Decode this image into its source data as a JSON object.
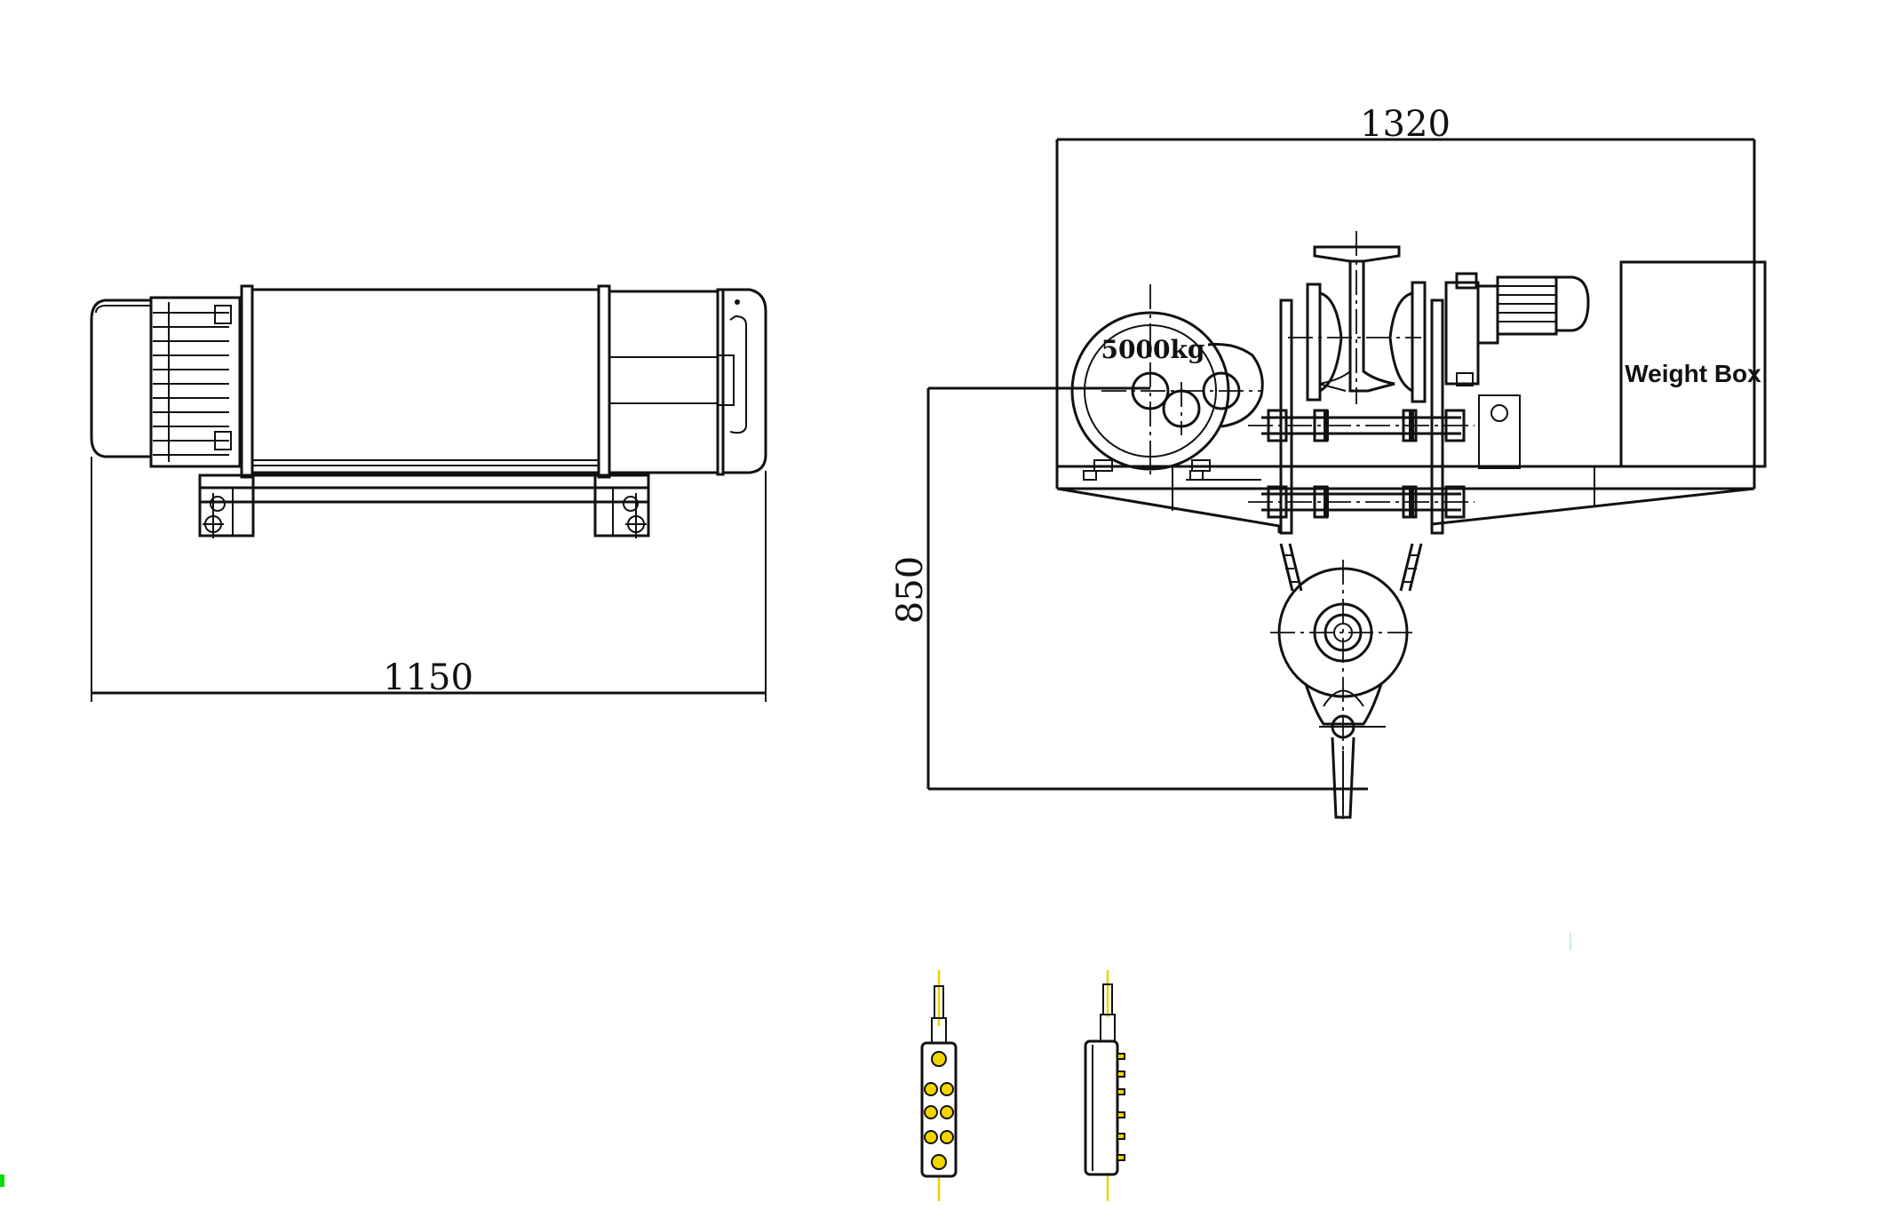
{
  "dimensions": {
    "hoist_length": "1150",
    "trolley_width": "1320",
    "headroom": "850"
  },
  "labels": {
    "capacity": "5000kg",
    "weight_box": "Weight Box"
  },
  "colors": {
    "line": "#111111",
    "pendant_button": "#f2d500",
    "marker": "#00dd00"
  },
  "views": [
    "hoist-side-view",
    "trolley-end-view",
    "pendant-front-view",
    "pendant-side-view"
  ]
}
